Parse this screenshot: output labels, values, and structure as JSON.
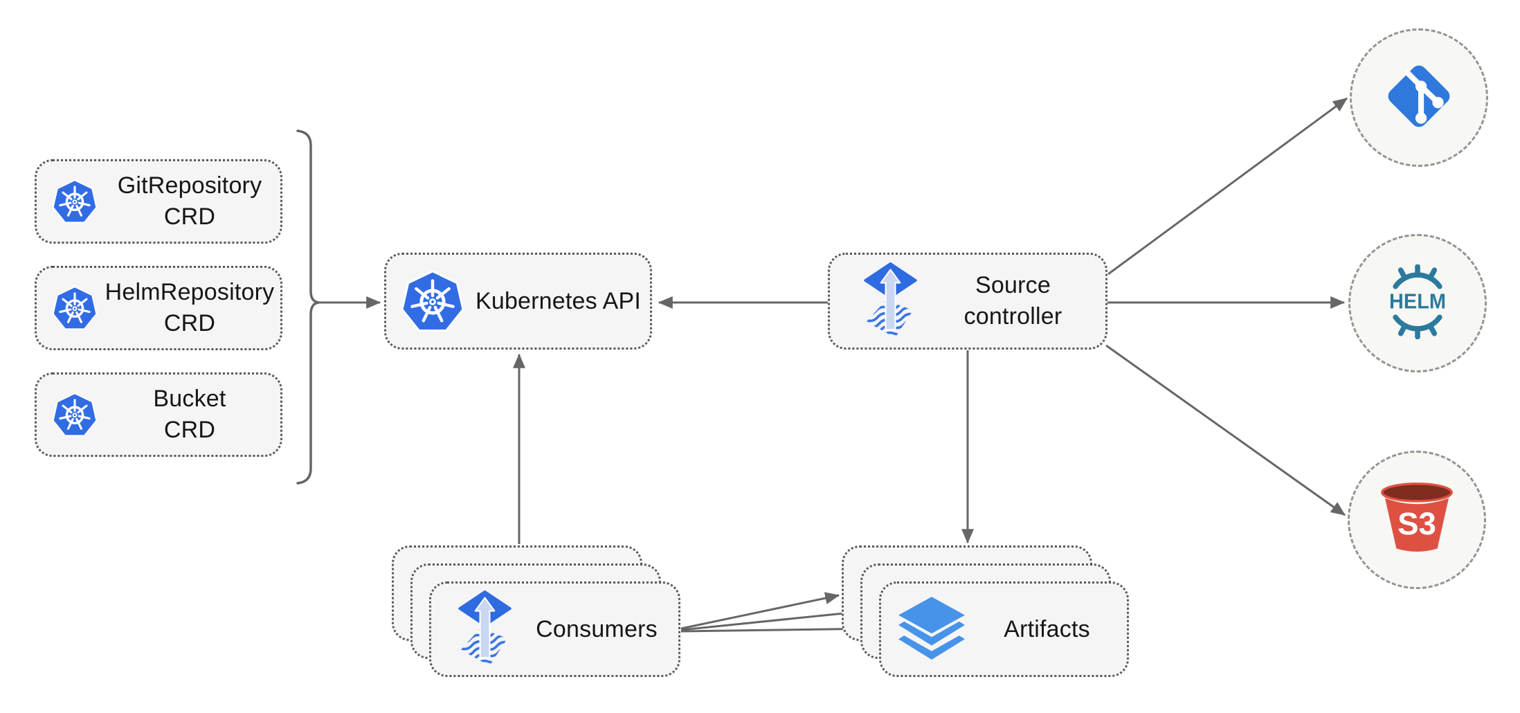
{
  "diagram": {
    "crd_boxes": [
      {
        "line1": "GitRepository",
        "line2": "CRD"
      },
      {
        "line1": "HelmRepository",
        "line2": "CRD"
      },
      {
        "line1": "Bucket",
        "line2": "CRD"
      }
    ],
    "kubernetes_api": {
      "label": "Kubernetes API"
    },
    "source_controller": {
      "line1": "Source",
      "line2": "controller"
    },
    "consumers": {
      "label": "Consumers"
    },
    "artifacts": {
      "label": "Artifacts"
    },
    "external": {
      "helm_label": "HELM",
      "s3_label": "S3"
    },
    "colors": {
      "node_fill": "#f5f5f5",
      "node_border": "#595959",
      "circle_fill": "#f7f7f4",
      "circle_border": "#949494",
      "arrow": "#666666",
      "text": "#161616",
      "kubernetes_blue": "#326ce5",
      "flux_blue": "#2f6be0",
      "flux_arrow_light": "#c9d7f3",
      "git_blue": "#2e79db",
      "helm_teal": "#2b7a9d",
      "s3_red": "#de5142",
      "s3_dark_red": "#7e2d20",
      "layers_blue": "#4793e9"
    }
  }
}
